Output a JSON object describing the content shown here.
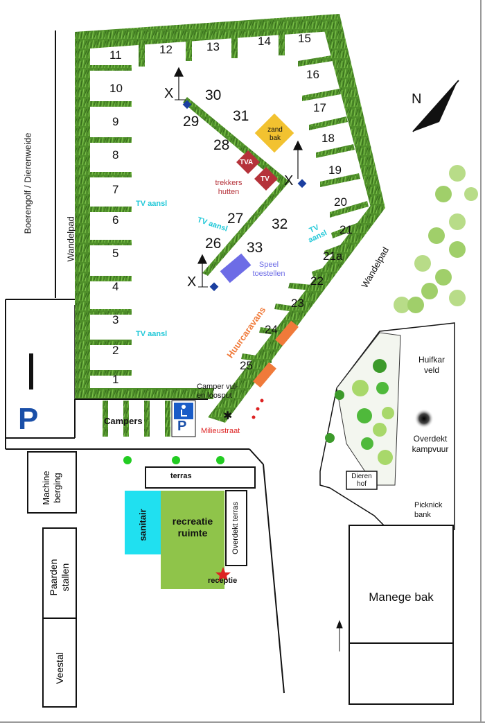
{
  "roads": {
    "boerengolf": "Boerengolf / Dierenweide",
    "wandelpad_left": "Wandelpad",
    "wandelpad_right": "Wandelpad"
  },
  "pitches": [
    "1",
    "2",
    "3",
    "4",
    "5",
    "6",
    "7",
    "8",
    "9",
    "10",
    "11",
    "12",
    "13",
    "14",
    "15",
    "16",
    "17",
    "18",
    "19",
    "20",
    "21",
    "21a",
    "22",
    "23",
    "24",
    "25",
    "26",
    "27",
    "28",
    "29",
    "30",
    "31",
    "32",
    "33"
  ],
  "labels": {
    "tv_aansl": "TV aansl",
    "trekkershutten": "trekkers hutten",
    "tva": "TVA",
    "tv": "TV",
    "zandbak": "zand bak",
    "speeltoestellen": "Speel toestellen",
    "huurcaravans": "Huurcaravans",
    "camper_vul": "Camper vul- en loosput",
    "milieustraat": "Milieustraat",
    "campers": "Campers",
    "parking": "P",
    "marker_x": "X",
    "north": "N"
  },
  "buildings": {
    "machine": "Machine berging",
    "paarden": "Paarden stallen",
    "veestal": "Veestal",
    "terras": "terras",
    "sanitair": "sanitair",
    "recreatie": "recreatie ruimte",
    "overdekt_terras": "Overdekt terras",
    "receptie": "receptie",
    "manege": "Manege bak",
    "huifkar": "Huifkar veld",
    "kampvuur": "Overdekt kampvuur",
    "dierenhof": "Dieren hof",
    "picknick": "Picknick bank"
  },
  "colors": {
    "grass": "#4f8f2a",
    "grass_light": "#6fb33c",
    "tv_text": "#22c8d8",
    "caravan": "#f07a3a",
    "tva": "#b5323a",
    "zandbak": "#f2c230",
    "speel": "#6d6ce6",
    "sanitair": "#20e0f0",
    "recreatie": "#8fc44a",
    "blue_marker": "#1b3fa0",
    "milieu_red": "#dd2222"
  }
}
